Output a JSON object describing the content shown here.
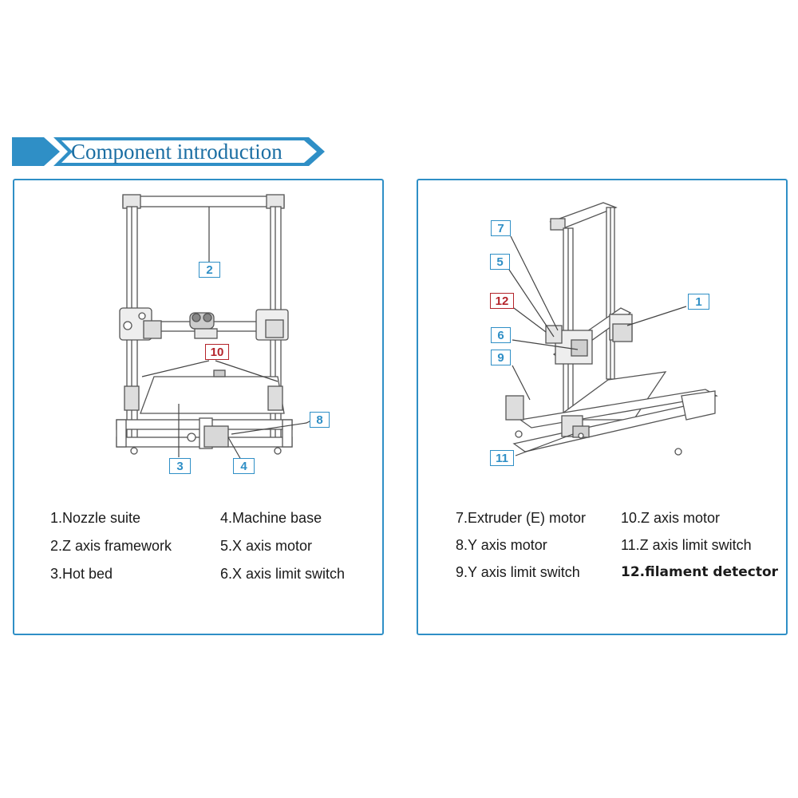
{
  "banner": {
    "title": "Component introduction",
    "color": "#1b6ea3",
    "accent": "#2f8fc6"
  },
  "left_panel": {
    "callouts": {
      "c2": "2",
      "c10": "10",
      "c8": "8",
      "c3": "3",
      "c4": "4"
    },
    "legend": [
      "1.Nozzle suite",
      "2.Z axis framework",
      "3.Hot bed",
      "4.Machine base",
      "5.X axis motor",
      "6.X axis limit switch"
    ]
  },
  "right_panel": {
    "callouts": {
      "c7": "7",
      "c5": "5",
      "c12": "12",
      "c6": "6",
      "c9": "9",
      "c1": "1",
      "c11": "11"
    },
    "legend": [
      "7.Extruder (E) motor",
      "8.Y axis motor",
      "9.Y axis limit switch",
      "10.Z axis motor",
      "11.Z axis limit switch",
      "12.filament detector"
    ]
  },
  "colors": {
    "callout_blue": "#2f8fc6",
    "callout_red": "#b4232a",
    "line": "#555555"
  },
  "icons": {
    "banner_arrow": "chevron-right-icon"
  }
}
